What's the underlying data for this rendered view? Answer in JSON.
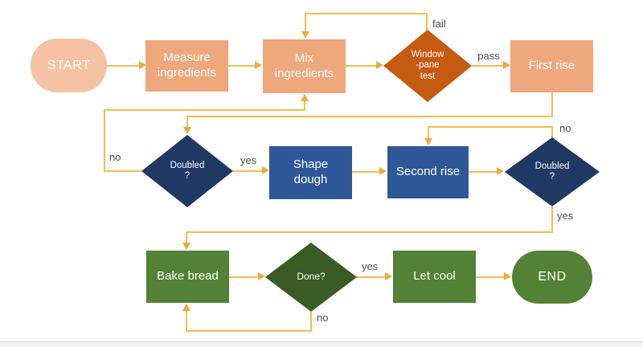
{
  "nodes": {
    "start": {
      "label": "START",
      "type": "terminator",
      "color": "#F5C3A3"
    },
    "measure": {
      "label": "Measure\ningredients",
      "type": "process",
      "color": "#EFA77C"
    },
    "mix": {
      "label": "Mix\ningredients",
      "type": "process",
      "color": "#EFA77C"
    },
    "windowpane": {
      "label": "Window\n-pane\ntest",
      "type": "decision",
      "color": "#C55A11"
    },
    "first_rise": {
      "label": "First rise",
      "type": "process",
      "color": "#EFA77C"
    },
    "doubled1": {
      "label": "Doubled\n?",
      "type": "decision",
      "color": "#1F3864"
    },
    "shape_dough": {
      "label": "Shape\ndough",
      "type": "process",
      "color": "#2E5797"
    },
    "second_rise": {
      "label": "Second rise",
      "type": "process",
      "color": "#2E5797"
    },
    "doubled2": {
      "label": "Doubled\n?",
      "type": "decision",
      "color": "#1F3864"
    },
    "bake": {
      "label": "Bake bread",
      "type": "process",
      "color": "#538135"
    },
    "done": {
      "label": "Done?",
      "type": "decision",
      "color": "#3A5B23"
    },
    "let_cool": {
      "label": "Let cool",
      "type": "process",
      "color": "#538135"
    },
    "end": {
      "label": "END",
      "type": "terminator",
      "color": "#538135"
    }
  },
  "edge_labels": {
    "windowpane_fail": "fail",
    "windowpane_pass": "pass",
    "doubled1_no": "no",
    "doubled1_yes": "yes",
    "doubled2_no": "no",
    "doubled2_yes": "yes",
    "done_yes": "yes",
    "done_no": "no"
  },
  "colors": {
    "connector": "#F2BE4E",
    "arrowhead": "#F0A838",
    "edge_label_text": "#4d4d4d",
    "node_text": "#ffffff",
    "background": "#ffffff"
  }
}
